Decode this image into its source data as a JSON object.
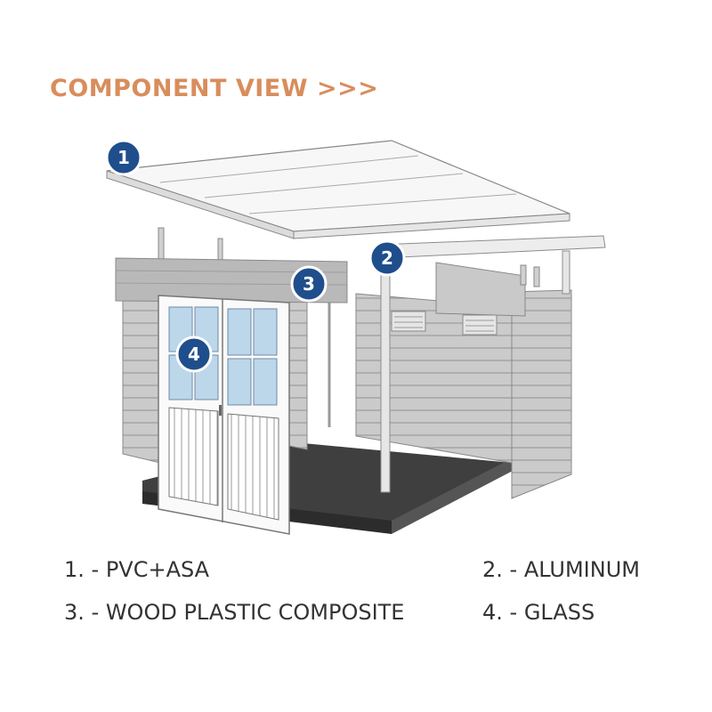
{
  "header": {
    "title": "COMPONENT VIEW",
    "arrows": ">>>"
  },
  "markers": [
    "1",
    "2",
    "3",
    "4"
  ],
  "legend": [
    {
      "text": "1. - PVC+ASA"
    },
    {
      "text": "2. - ALUMINUM"
    },
    {
      "text": "3. - WOOD PLASTIC COMPOSITE"
    },
    {
      "text": "4. - GLASS"
    }
  ],
  "colors": {
    "title": "#d98d5c",
    "marker_fill": "#1f4e8c",
    "panel": "#c9c9c9",
    "panel_dark": "#a7a7a7",
    "floor": "#4a4a4a",
    "glass": "#bcd6ea"
  }
}
